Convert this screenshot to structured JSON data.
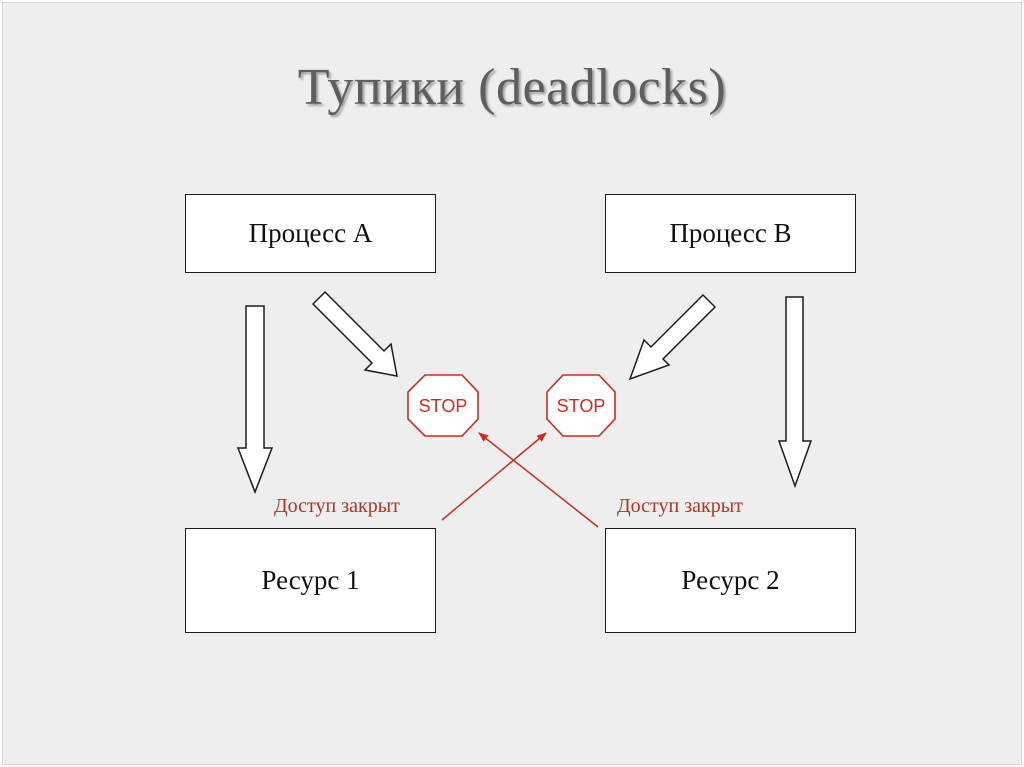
{
  "title": "Тупики (deadlocks)",
  "processes": {
    "a": "Процесс А",
    "b": "Процесс В"
  },
  "resources": {
    "r1": "Ресурс 1",
    "r2": "Ресурс 2"
  },
  "access_denied": {
    "left": "Доступ закрыт",
    "right": "Доступ закрыт"
  },
  "stop_signs": {
    "left": "STOP",
    "right": "STOP"
  },
  "colors": {
    "stop_red": "#d32a1e",
    "label_red": "#b2341e",
    "title_gray": "#5e5e5e",
    "background": "#eeeeee"
  }
}
